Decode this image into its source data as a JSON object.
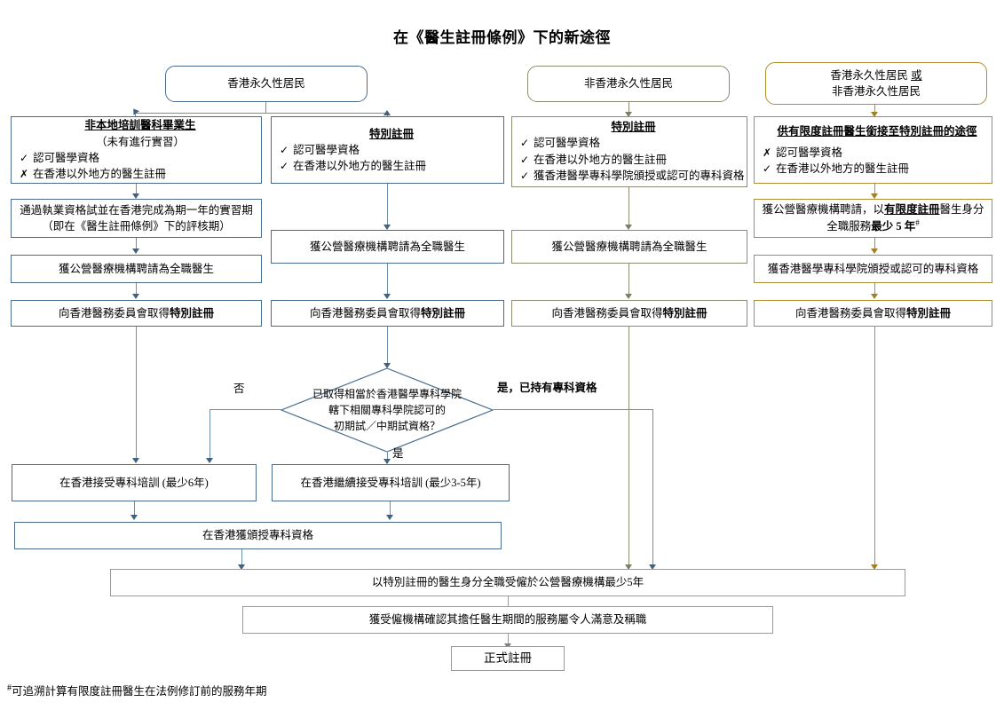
{
  "title": "在《醫生註冊條例》下的新途徑",
  "colors": {
    "blue": "#4a6c8c",
    "olive": "#8b8c72",
    "gold": "#b08d30",
    "gray": "#9a9a9a",
    "text": "#000000",
    "background": "#ffffff"
  },
  "top_boxes": [
    {
      "id": "hk-permanent-resident",
      "label": "香港永久性居民",
      "style": "blue"
    },
    {
      "id": "non-hk-permanent-resident",
      "label": "非香港永久性居民",
      "style": "olive"
    },
    {
      "id": "hk-or-non-hk-permanent-resident",
      "line1": "香港永久性居民 或",
      "line1_underline": "或",
      "line2": "非香港永久性居民",
      "style": "gold"
    }
  ],
  "columns": [
    {
      "id": "col1-non-locally-trained-graduate",
      "style": "blue",
      "heading": "非本地培訓醫科畢業生",
      "subheading": "（未有進行實習）",
      "criteria": [
        {
          "mark": "✓",
          "text": "認可醫學資格"
        },
        {
          "mark": "✗",
          "text": "在香港以外地方的醫生註冊"
        }
      ],
      "steps": [
        {
          "id": "col1-step1",
          "line1": "通過執業資格試並在香港完成為期一年的實習期",
          "line2": "（即在《醫生註冊條例》下的評核期）"
        },
        {
          "id": "col1-step2",
          "line1": "獲公營醫療機構聘請為全職醫生"
        },
        {
          "id": "col1-step3",
          "prefix": "向香港醫務委員會取得",
          "bold": "特別註冊"
        }
      ]
    },
    {
      "id": "col2-special-registration",
      "style": "blue",
      "heading": "特別註冊",
      "subheading": "",
      "criteria": [
        {
          "mark": "✓",
          "text": "認可醫學資格"
        },
        {
          "mark": "✓",
          "text": "在香港以外地方的醫生註冊"
        }
      ],
      "steps": [
        {
          "id": "col2-step1",
          "line1": "獲公營醫療機構聘請為全職醫生"
        },
        {
          "id": "col2-step2",
          "prefix": "向香港醫務委員會取得",
          "bold": "特別註冊"
        }
      ]
    },
    {
      "id": "col3-special-registration-specialist",
      "style": "olive",
      "heading": "特別註冊",
      "subheading": "",
      "criteria": [
        {
          "mark": "✓",
          "text": "認可醫學資格"
        },
        {
          "mark": "✓",
          "text": "在香港以外地方的醫生註冊"
        },
        {
          "mark": "✓",
          "text": "獲香港醫學專科學院頒授或認可的專科資格"
        }
      ],
      "steps": [
        {
          "id": "col3-step1",
          "line1": "獲公營醫療機構聘請為全職醫生"
        },
        {
          "id": "col3-step2",
          "prefix": "向香港醫務委員會取得",
          "bold": "特別註冊"
        }
      ]
    },
    {
      "id": "col4-limited-registration-pathway",
      "style": "gold",
      "heading": "供有限度註冊醫生銜接至特別註冊的途徑",
      "subheading": "",
      "criteria": [
        {
          "mark": "✗",
          "text": "認可醫學資格"
        },
        {
          "mark": "✓",
          "text": "在香港以外地方的醫生註冊"
        }
      ],
      "steps": [
        {
          "id": "col4-step1",
          "l1a": "獲公營醫療機構聘請，以",
          "l1u": "有限度註冊",
          "l1b": "醫生身分",
          "l2a": "全職服務",
          "l2b": "最少 5 年",
          "l2sup": "#"
        },
        {
          "id": "col4-step2",
          "line1": "獲香港醫學專科學院頒授或認可的專科資格"
        },
        {
          "id": "col4-step3",
          "prefix": "向香港醫務委員會取得",
          "bold": "特別註冊"
        }
      ]
    }
  ],
  "decision": {
    "id": "specialty-exam-decision",
    "line1": "已取得相當於香港醫學專科學院",
    "line2": "轄下相關專科學院認可的",
    "line3": "初期試／中期試資格？",
    "edge_no": "否",
    "edge_yes_has_specialist": "是，已持有專科資格",
    "edge_yes": "是"
  },
  "training_boxes": [
    {
      "id": "training-full",
      "label": "在香港接受專科培訓 (最少6年)",
      "style": "blue"
    },
    {
      "id": "training-continue",
      "label": "在香港繼續接受專科培訓 (最少3-5年)",
      "style": "blue"
    }
  ],
  "fellowship_box": {
    "id": "fellowship-awarded",
    "label": "在香港獲頒授專科資格",
    "style": "blue"
  },
  "bottom_boxes": [
    {
      "id": "serve-public-5-years",
      "label": "以特別註冊的醫生身分全職受僱於公營醫療機構最少5年",
      "style": "gray"
    },
    {
      "id": "employer-confirmation",
      "label": "獲受僱機構確認其擔任醫生期間的服務屬令人滿意及稱職",
      "style": "gray"
    },
    {
      "id": "full-registration",
      "label": "正式註冊",
      "style": "gray"
    }
  ],
  "footnote": {
    "marker": "#",
    "text": "可追溯計算有限度註冊醫生在法例修訂前的服務年期"
  }
}
